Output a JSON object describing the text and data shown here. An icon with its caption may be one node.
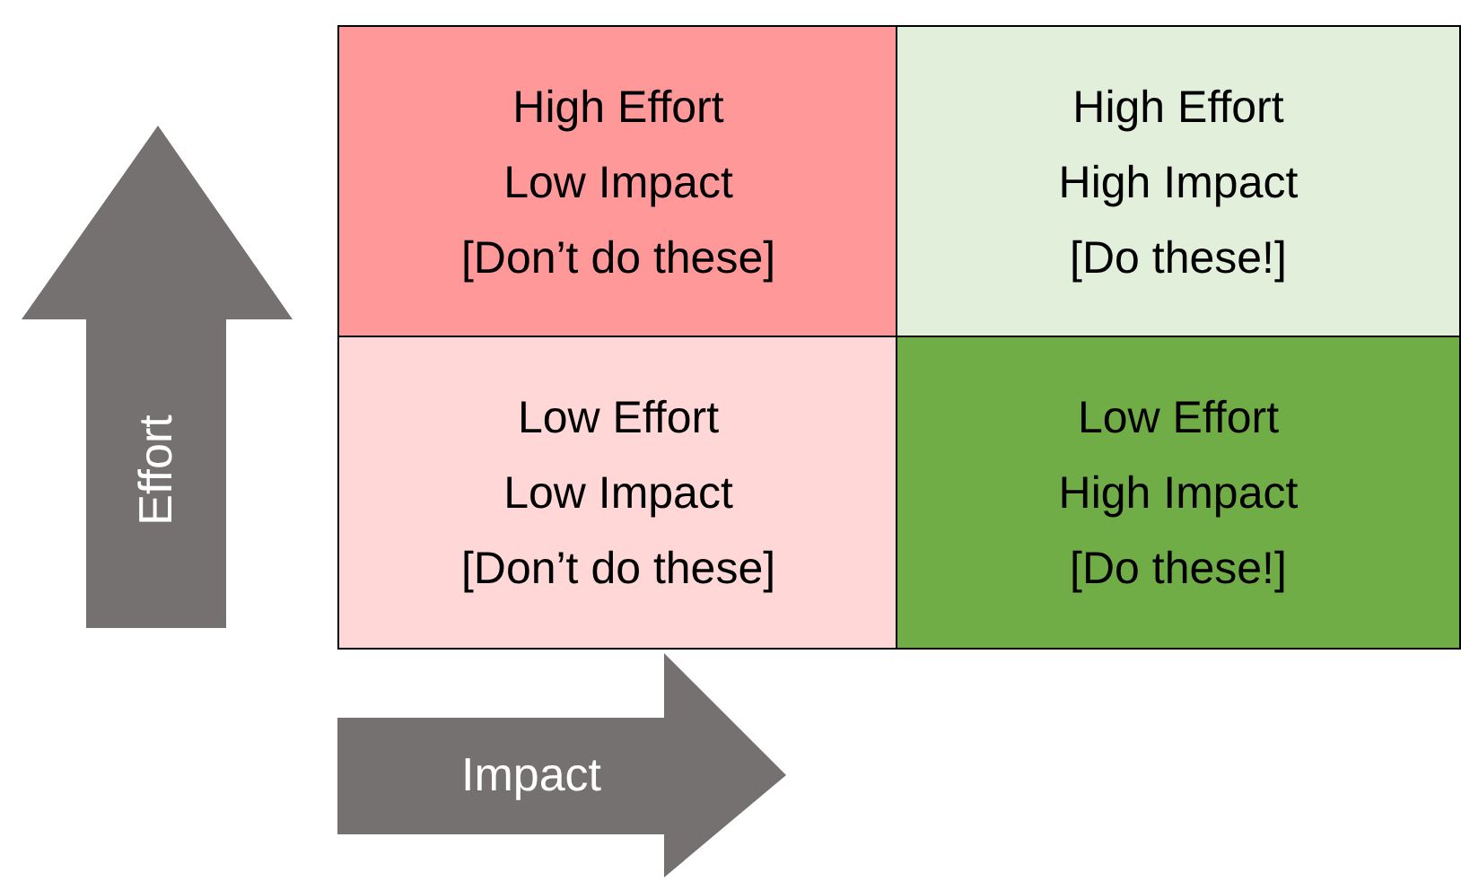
{
  "diagram": {
    "nodes": [
      {
        "text": [
          "High Effort",
          "Low Impact",
          "[Don’t do these]"
        ]
      },
      {
        "text": [
          "High Effort",
          "High Impact",
          "[Do these!]"
        ]
      },
      {
        "text": [
          "Low Effort",
          "Low Impact",
          "[Don’t do these]"
        ]
      },
      {
        "text": [
          "Low Effort",
          "High Impact",
          "[Do these!]"
        ]
      }
    ],
    "labels": [
      "Effort",
      "Impact"
    ]
  }
}
